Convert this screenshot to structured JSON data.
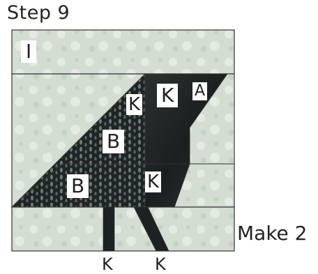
{
  "step_title": "Step 9",
  "make_note": "Make 2",
  "piece_labels": {
    "i": "I",
    "k_left": "K",
    "k_top": "K",
    "a": "A",
    "b_upper": "B",
    "b_lower": "B",
    "k_mid": "K",
    "k_bottom_left": "K",
    "k_bottom_right": "K"
  },
  "colors": {
    "background_fabric": "#d3ddd2",
    "background_fabric_light": "#e4ebe3",
    "dark_fabric": "#1f2524",
    "dark_fabric_spots": "#6f7a78",
    "seam_line": "#333333"
  }
}
